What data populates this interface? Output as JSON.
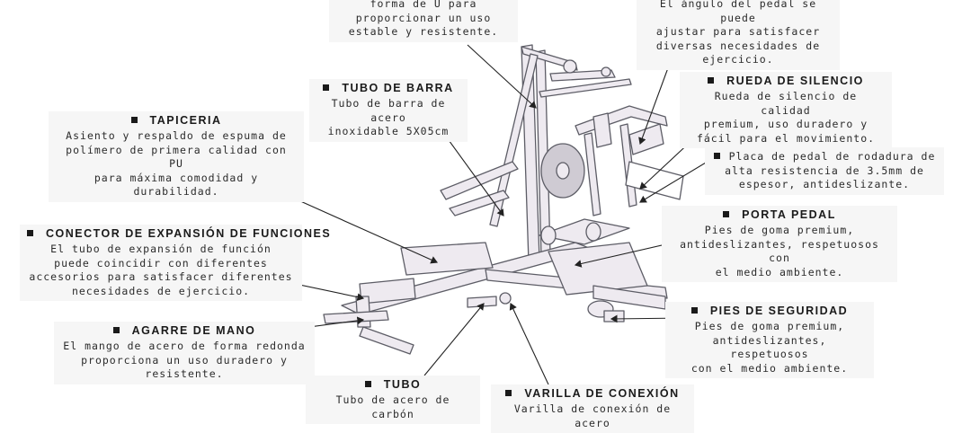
{
  "callouts": {
    "u_frame": {
      "title": "",
      "body": "forma de U para\nproporcionar un uso\nestable y resistente."
    },
    "pedal_angle": {
      "title": "",
      "body": "El ángulo del pedal se puede\najustar para satisfacer\ndiversas necesidades de\nejercicio."
    },
    "tubo_barra": {
      "title": "TUBO DE BARRA",
      "body": "Tubo de barra de acero\ninoxidable 5X05cm"
    },
    "rueda": {
      "title": "RUEDA DE SILENCIO",
      "body": "Rueda de silencio de calidad\npremium, uso duradero y\nfácil para el movimiento."
    },
    "tapiceria": {
      "title": "TAPICERIA",
      "body": "Asiento y respaldo de espuma de\npolímero de primera calidad con PU\npara máxima comodidad y\ndurabilidad."
    },
    "placa": {
      "title": "",
      "body": "Placa de pedal de rodadura de\nalta resistencia de 3.5mm de\nespesor, antideslizante."
    },
    "porta_pedal": {
      "title": "PORTA PEDAL",
      "body": "Pies de goma premium,\nantideslizantes, respetuosos con\nel medio ambiente."
    },
    "conector": {
      "title": "CONECTOR DE EXPANSIÓN DE FUNCIONES",
      "body": "El tubo de expansión de función\npuede coincidir con diferentes\naccesorios para satisfacer diferentes\nnecesidades de ejercicio."
    },
    "pies": {
      "title": "PIES DE SEGURIDAD",
      "body": "Pies de goma premium,\nantideslizantes, respetuosos\ncon el medio ambiente."
    },
    "agarre": {
      "title": "AGARRE DE MANO",
      "body": "El mango de acero de forma redonda\nproporciona un uso duradero y\nresistente."
    },
    "tubo": {
      "title": "TUBO",
      "body": "Tubo de acero de carbón"
    },
    "varilla": {
      "title": "VARILLA DE CONEXIÓN",
      "body": "Varilla de conexión de acero"
    }
  },
  "colors": {
    "frame": "#5d5d66",
    "frame_fill": "#eeeaf0",
    "callout_bg": "#f6f6f6",
    "text": "#2b2b2b"
  }
}
